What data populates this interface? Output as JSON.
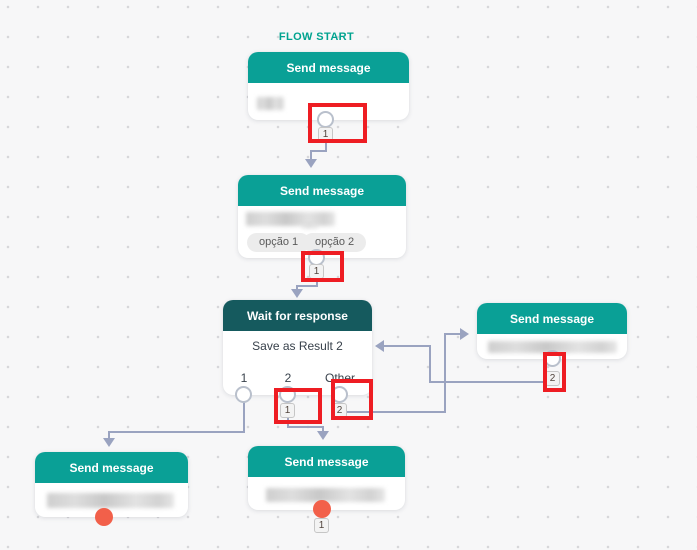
{
  "flow_start_label": "FLOW START",
  "colors": {
    "header_teal": "#0aa096",
    "header_dark_teal": "#155a5e",
    "connector_slate": "#9aa3c0",
    "annotation_red": "#ee1d23",
    "port_orange": "#f2604a",
    "flow_start_teal": "#00a38f",
    "canvas_bg": "#f7f7f8"
  },
  "nodes": {
    "send1": {
      "title": "Send message",
      "port_badge": "1"
    },
    "send2": {
      "title": "Send message",
      "buttons": [
        "opção 1",
        "opção 2"
      ],
      "port_badge": "1"
    },
    "wait": {
      "title": "Wait for response",
      "body": "Save as Result 2",
      "output_labels": [
        "1",
        "2",
        "Other"
      ],
      "output_2_badge": "1",
      "output_other_badge": "2"
    },
    "send3": {
      "title": "Send message",
      "port_badge": "2"
    },
    "send4": {
      "title": "Send message"
    },
    "send5": {
      "title": "Send message",
      "port_badge": "1"
    }
  }
}
